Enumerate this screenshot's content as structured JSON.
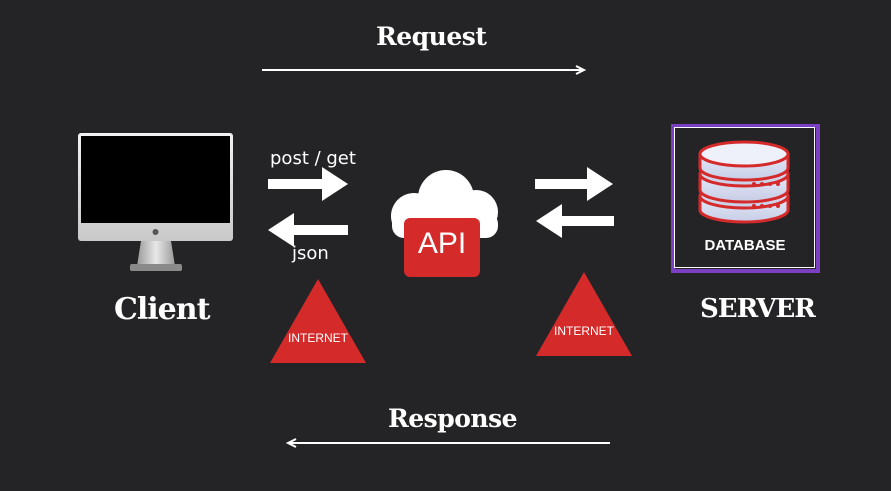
{
  "request_label": "Request",
  "response_label": "Response",
  "client_label": "Client",
  "server_label": "SERVER",
  "post_get_label": "post / get",
  "json_label": "json",
  "api_label": "API",
  "database_label": "DATABASE",
  "internet_left_label": "INTERNET",
  "internet_right_label": "INTERNET",
  "colors": {
    "background": "#242426",
    "accent_red": "#d42a2a",
    "database_border": "#7b3fc4",
    "white": "#ffffff"
  }
}
